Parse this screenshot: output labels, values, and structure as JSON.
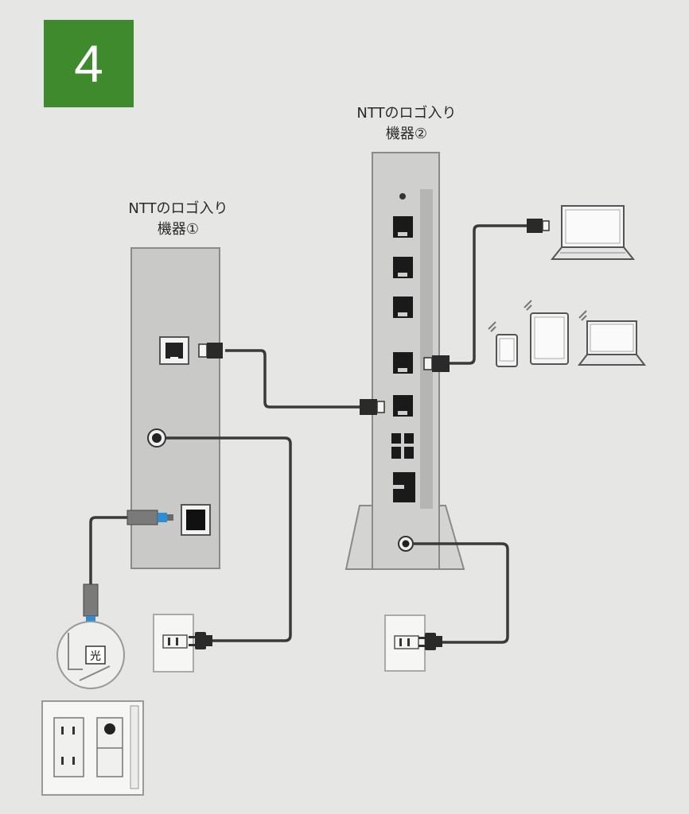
{
  "step": {
    "number": "4"
  },
  "device1": {
    "label_line1": "NTTのロゴ入り",
    "label_line2": "機器①"
  },
  "device2": {
    "label_line1": "NTTのロゴ入り",
    "label_line2": "機器②"
  },
  "optical_outlet": {
    "mark": "光"
  },
  "colors": {
    "badge": "#3f8a2c",
    "device_body": "#c9c9c7",
    "cable": "#3a3a3a",
    "optical_connector": "#2c8fd6",
    "background": "#e6e6e4"
  },
  "icons": [
    "laptop-icon",
    "smartphone-icon",
    "tablet-icon",
    "laptop-icon",
    "power-plug-icon",
    "wall-outlet-icon",
    "optical-outlet-icon"
  ]
}
